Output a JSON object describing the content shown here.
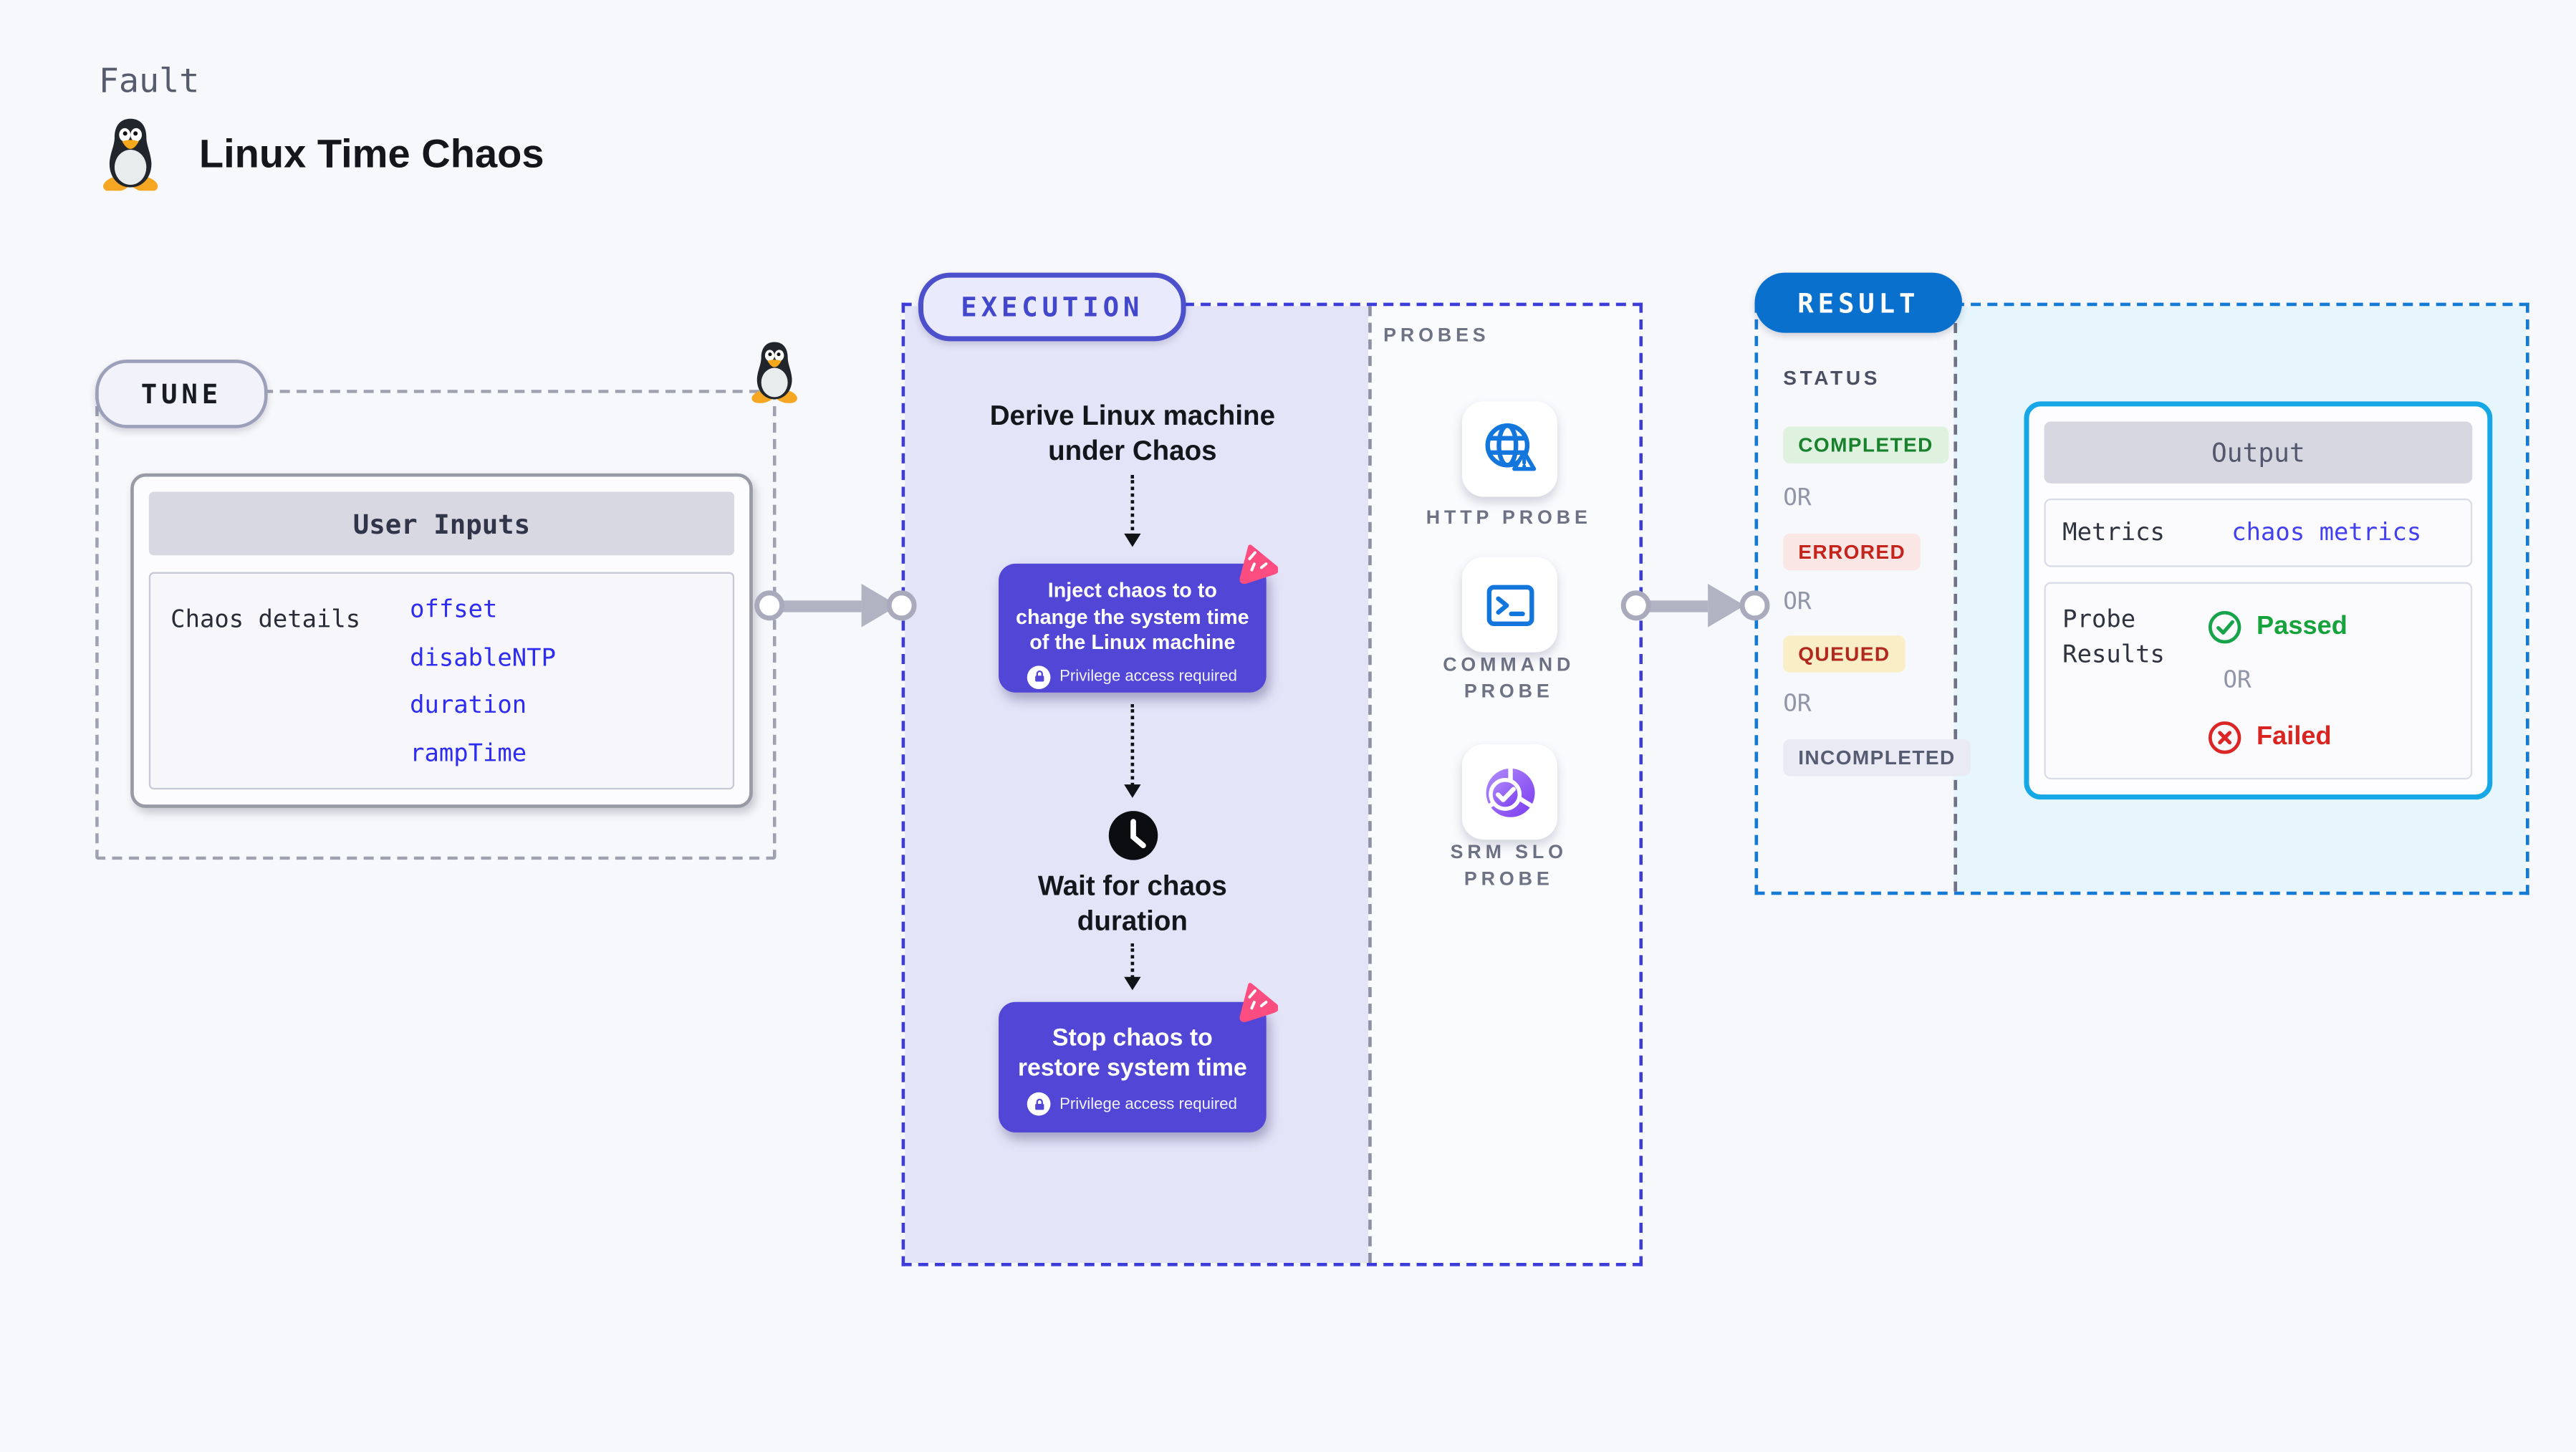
{
  "header": {
    "kicker": "Fault",
    "title": "Linux Time Chaos",
    "icon": "tux-penguin-icon"
  },
  "tune": {
    "label": "TUNE",
    "mascot_icon": "tux-penguin-icon",
    "user_inputs": {
      "title": "User Inputs",
      "row_label": "Chaos details",
      "params": [
        "offset",
        "disableNTP",
        "duration",
        "rampTime"
      ]
    }
  },
  "execution": {
    "label": "EXECUTION",
    "derive_step": "Derive Linux machine under Chaos",
    "inject_step": {
      "text": "Inject chaos to to change the system time of the Linux machine",
      "note": "Privilege access required",
      "note_icon": "lock-icon",
      "badge_icon": "chaos-icon"
    },
    "wait_step": {
      "text": "Wait for chaos duration",
      "icon": "clock-icon"
    },
    "stop_step": {
      "text": "Stop chaos to restore system time",
      "note": "Privilege access required",
      "note_icon": "lock-icon",
      "badge_icon": "chaos-icon"
    }
  },
  "probes": {
    "label": "PROBES",
    "items": [
      {
        "label": "HTTP PROBE",
        "icon": "globe-alert-icon"
      },
      {
        "label": "COMMAND PROBE",
        "icon": "terminal-icon"
      },
      {
        "label": "SRM SLO PROBE",
        "icon": "slo-donut-check-icon"
      }
    ]
  },
  "result": {
    "label": "RESULT",
    "status": {
      "heading": "STATUS",
      "separator": "OR",
      "options": [
        {
          "label": "COMPLETED",
          "color": "#17812c",
          "bg": "#dff2df"
        },
        {
          "label": "ERRORED",
          "color": "#c4241c",
          "bg": "#fae6e4"
        },
        {
          "label": "QUEUED",
          "color": "#b2271e",
          "bg": "#f9eec6"
        },
        {
          "label": "INCOMPLETED",
          "color": "#565c71",
          "bg": "#e9eaf3"
        }
      ]
    },
    "output": {
      "title": "Output",
      "metrics_label": "Metrics",
      "metrics_value": "chaos metrics",
      "probe_results_label": "Probe Results",
      "separator": "OR",
      "passed_label": "Passed",
      "failed_label": "Failed",
      "passed_icon": "check-circle-icon",
      "failed_icon": "x-circle-icon"
    }
  },
  "colors": {
    "page_bg": "#f7f8fb",
    "accent_indigo": "#5146d5",
    "execution_border": "#3c3dd8",
    "execution_fill": "#e4e4f9",
    "result_border": "#157ad3",
    "result_pill": "#0a70cd",
    "result_fill": "#e7f6fd",
    "output_border": "#16a7e6",
    "link_blue": "#2e2cf0",
    "chaos_pink": "#fb4d80",
    "probe_icon_blue": "#1276dd",
    "slo_purple": "#7a3bef",
    "success_green": "#16a33c",
    "error_red": "#da241f"
  }
}
